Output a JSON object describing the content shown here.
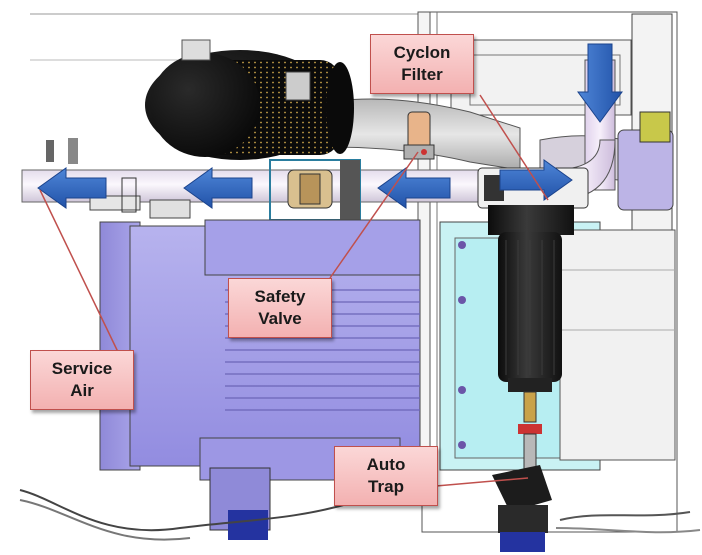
{
  "labels": {
    "cyclon_filter": {
      "line1": "Cyclon",
      "line2": "Filter"
    },
    "safety_valve": {
      "line1": "Safety",
      "line2": "Valve"
    },
    "service_air": {
      "line1": "Service",
      "line2": "Air"
    },
    "auto_trap": {
      "line1": "Auto",
      "line2": "Trap"
    }
  },
  "colors": {
    "callout_fill": "#f6c4c4",
    "callout_border": "#c0504d",
    "leader_line": "#c0504d",
    "flow_arrow": "#2d67c4",
    "motor": "#a9a4e8",
    "pipe": "#efe8f4",
    "filter_body": "#1e1e1e",
    "flange": "#c9f2f4"
  },
  "icons": {
    "flow_arrows": [
      "arrow-left-icon",
      "arrow-left-icon",
      "arrow-left-icon",
      "arrow-right-icon",
      "arrow-down-icon"
    ]
  }
}
